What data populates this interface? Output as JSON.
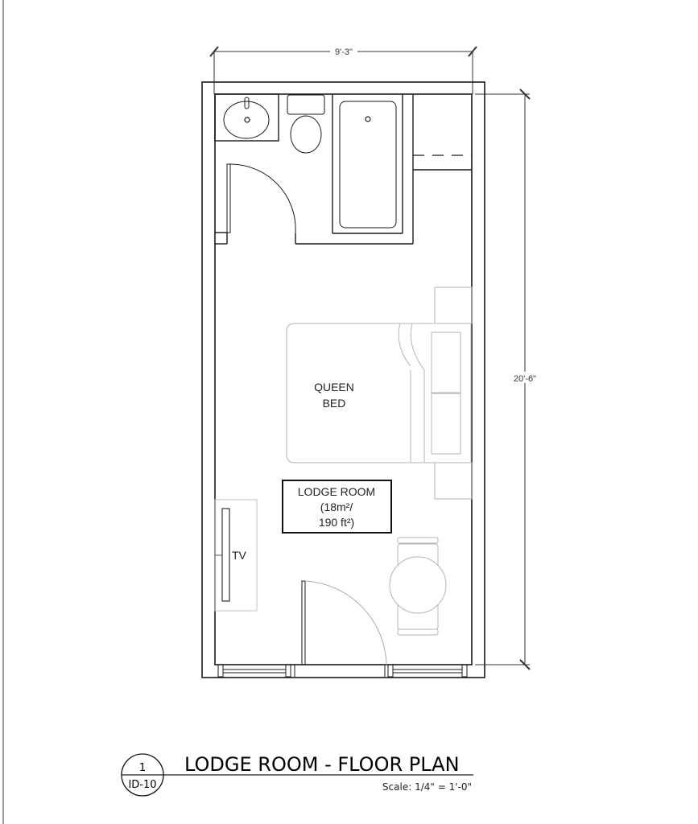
{
  "drawing": {
    "dimensions": {
      "width": "9'-3\"",
      "length": "20'-6\""
    },
    "labels": {
      "bed_line1": "QUEEN",
      "bed_line2": "BED",
      "tv": "TV",
      "room_name": "LODGE ROOM",
      "room_area_line1": "(18m²/",
      "room_area_line2": "190 ft²)"
    },
    "fixtures": [
      "sink",
      "toilet",
      "bathtub",
      "closet",
      "queen-bed",
      "nightstand",
      "tv-console",
      "table-with-chairs",
      "entry-door",
      "bathroom-door",
      "windows"
    ]
  },
  "title_block": {
    "detail_number": "1",
    "sheet_number": "ID-10",
    "title": "LODGE ROOM - FLOOR PLAN",
    "scale": "Scale: 1/4\" = 1'-0\""
  },
  "colors": {
    "line": "#1a1a1a",
    "light_line": "#b0b0b0",
    "background": "#ffffff"
  }
}
